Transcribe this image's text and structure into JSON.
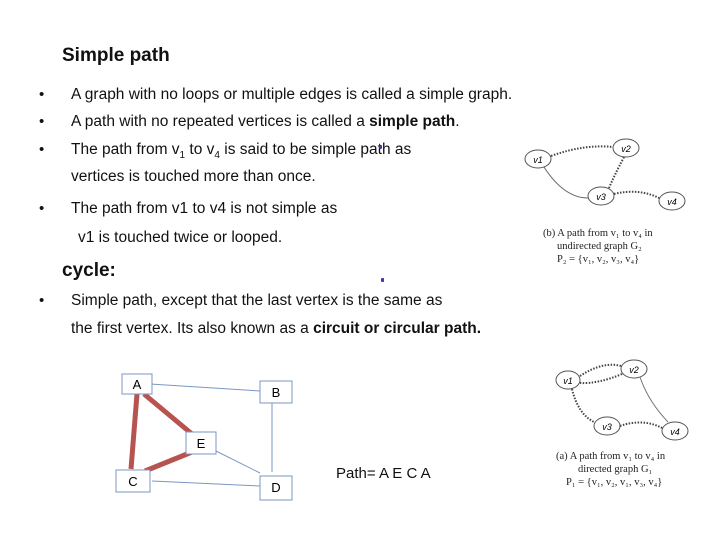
{
  "headings": {
    "simple_path": "Simple path",
    "cycle": "cycle:"
  },
  "bullets": {
    "b1": "A graph with no loops or multiple edges is called a simple graph.",
    "b2_prefix": "A path with no repeated vertices is called a ",
    "b2_bold": "simple path",
    "b2_suffix": ".",
    "b3_part1": "The path from v",
    "b3_sub1": "1",
    "b3_part2": " to v",
    "b3_sub2": "4",
    "b3_part3": " is said to be simple path as",
    "b3_line2": "vertices is touched more than once.",
    "b4_line1": "The path from v1 to v4 is not simple as",
    "b4_line2": "v1 is touched twice or looped.",
    "b5_line1": "Simple path, except that the last vertex is the same as",
    "b5_line2_prefix": "the first vertex. Its also known as  a ",
    "b5_line2_bold": "circuit or circular path."
  },
  "bullet_char": "•",
  "graph_cycle": {
    "nodes": {
      "A": "A",
      "B": "B",
      "C": "C",
      "D": "D",
      "E": "E"
    },
    "path_label": "Path= A E C A",
    "colors": {
      "path_edge": "#b85450",
      "edge": "#5b7fb8",
      "node_border": "#5b7fb8"
    }
  },
  "figure_undirected": {
    "v1": "v1",
    "v2": "v2",
    "v3": "v3",
    "v4": "v4",
    "caption_line1": "(b) A path from v₁ to v₄ in",
    "caption_line2": "undirected graph G₂",
    "caption_line3": "P₂ = {v₁, v₂, v₃, v₄}"
  },
  "figure_directed": {
    "v1": "v1",
    "v2": "v2",
    "v3": "v3",
    "v4": "v4",
    "caption_line1": "(a) A path from v₁ to v₄ in",
    "caption_line2": "directed graph G₁",
    "caption_line3": "P₁ = {v₁, v₂, v₁, v₃, v₄}"
  }
}
